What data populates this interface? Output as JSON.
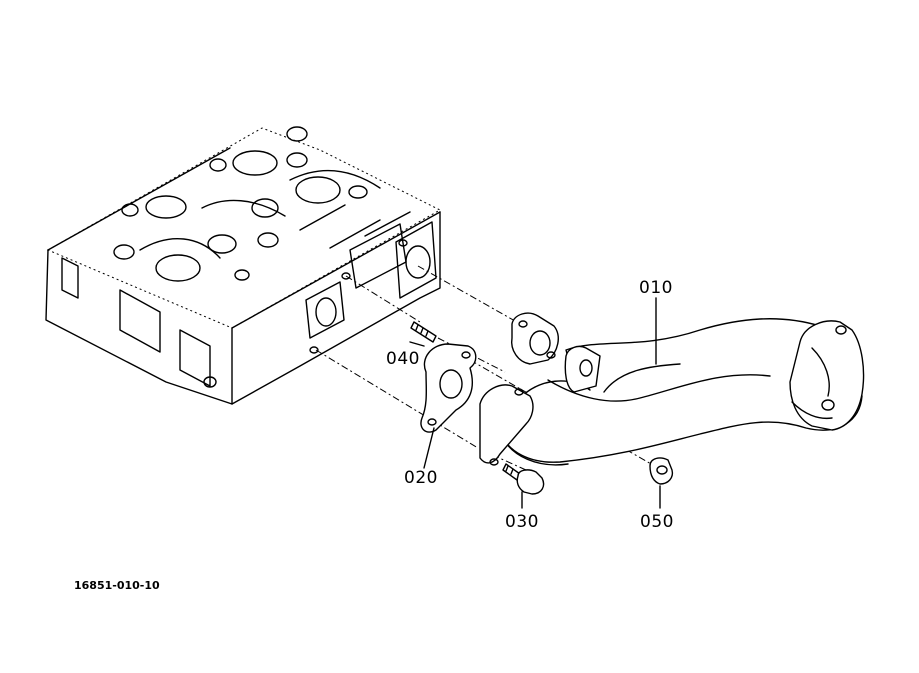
{
  "diagram": {
    "callouts": [
      {
        "id": "010",
        "label": "010"
      },
      {
        "id": "020",
        "label": "020"
      },
      {
        "id": "030",
        "label": "030"
      },
      {
        "id": "040",
        "label": "040"
      },
      {
        "id": "050",
        "label": "050"
      }
    ],
    "reference_code": "16851-010-10"
  }
}
